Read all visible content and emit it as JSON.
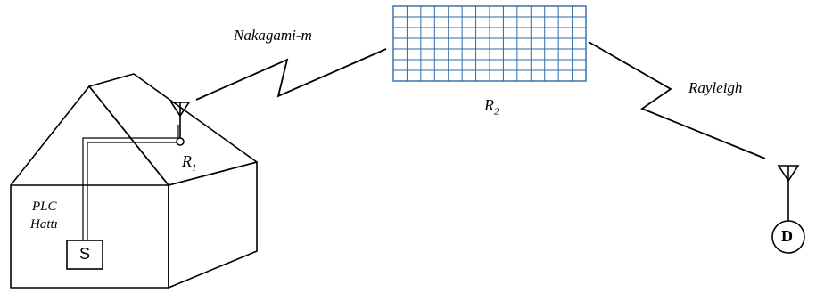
{
  "labels": {
    "channel_left": "Nakagami-m",
    "channel_right": "Rayleigh",
    "relay1": "R",
    "relay1_sub": "1",
    "relay2": "R",
    "relay2_sub": "2",
    "plc_line_1": "PLC",
    "plc_line_2": "Hattı",
    "source": "S",
    "destination": "D"
  },
  "colors": {
    "stroke": "#000000",
    "panel_grid": "#2f6aa8",
    "panel_fill": "#ffffff"
  }
}
